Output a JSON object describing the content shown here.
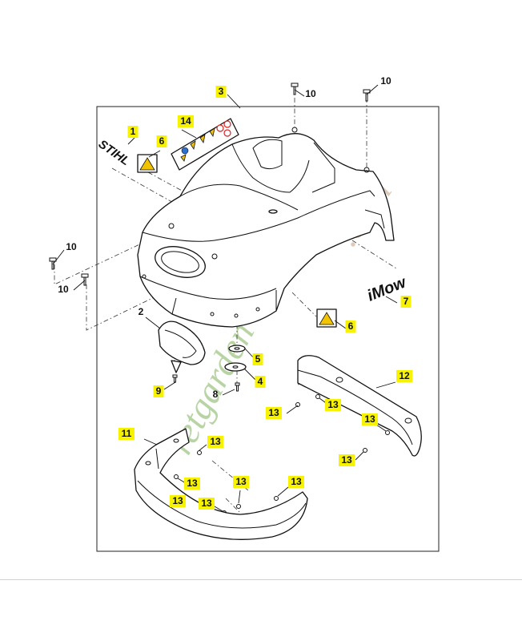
{
  "brand": {
    "stihl": "STIHL",
    "imow": "iMow"
  },
  "watermark": {
    "part1": "fo",
    "part2": "retgarden",
    "part3": ".com"
  },
  "callouts": [
    {
      "number": "1",
      "highlighted": true
    },
    {
      "number": "2",
      "highlighted": false
    },
    {
      "number": "3",
      "highlighted": true
    },
    {
      "number": "4",
      "highlighted": true
    },
    {
      "number": "5",
      "highlighted": true
    },
    {
      "number": "6",
      "highlighted": true
    },
    {
      "number": "6",
      "highlighted": true
    },
    {
      "number": "7",
      "highlighted": true
    },
    {
      "number": "8",
      "highlighted": false
    },
    {
      "number": "9",
      "highlighted": true
    },
    {
      "number": "10",
      "highlighted": false
    },
    {
      "number": "10",
      "highlighted": false
    },
    {
      "number": "10",
      "highlighted": false
    },
    {
      "number": "10",
      "highlighted": false
    },
    {
      "number": "11",
      "highlighted": true
    },
    {
      "number": "12",
      "highlighted": true
    },
    {
      "number": "13",
      "highlighted": true
    },
    {
      "number": "13",
      "highlighted": true
    },
    {
      "number": "13",
      "highlighted": true
    },
    {
      "number": "13",
      "highlighted": true
    },
    {
      "number": "13",
      "highlighted": true
    },
    {
      "number": "13",
      "highlighted": true
    },
    {
      "number": "13",
      "highlighted": true
    },
    {
      "number": "13",
      "highlighted": true
    },
    {
      "number": "13",
      "highlighted": true
    },
    {
      "number": "13",
      "highlighted": true
    },
    {
      "number": "14",
      "highlighted": true
    }
  ],
  "colors": {
    "highlight": "#f7f300",
    "line": "#111111",
    "watermark_green": "#7fb25a",
    "watermark_tan": "#c7a98d"
  }
}
